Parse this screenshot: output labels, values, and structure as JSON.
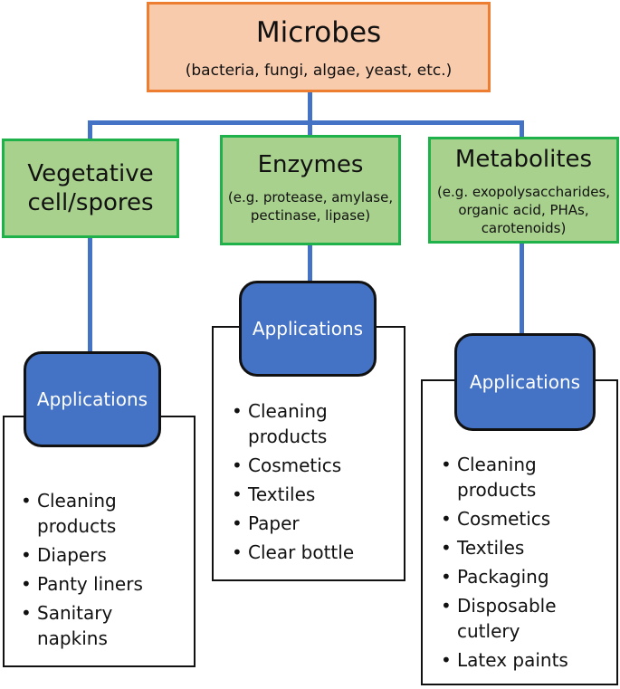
{
  "root": {
    "title": "Microbes",
    "subtitle": "(bacteria, fungi, algae, yeast, etc.)"
  },
  "categories": [
    {
      "title_lines": [
        "Vegetative",
        "cell/spores"
      ],
      "subtitle_lines": [],
      "applications_label": "Applications",
      "items": [
        [
          "Cleaning",
          "products"
        ],
        [
          "Diapers"
        ],
        [
          "Panty liners"
        ],
        [
          "Sanitary",
          "napkins"
        ]
      ]
    },
    {
      "title_lines": [
        "Enzymes"
      ],
      "subtitle_lines": [
        "(e.g. protease, amylase,",
        "pectinase, lipase)"
      ],
      "applications_label": "Applications",
      "items": [
        [
          "Cleaning",
          "products"
        ],
        [
          "Cosmetics"
        ],
        [
          "Textiles"
        ],
        [
          "Paper"
        ],
        [
          "Clear bottle"
        ]
      ]
    },
    {
      "title_lines": [
        "Metabolites"
      ],
      "subtitle_lines": [
        "(e.g. exopolysaccharides,",
        "organic acid, PHAs,",
        "carotenoids)"
      ],
      "applications_label": "Applications",
      "items": [
        [
          "Cleaning",
          "products"
        ],
        [
          "Cosmetics"
        ],
        [
          "Textiles"
        ],
        [
          "Packaging"
        ],
        [
          "Disposable",
          "cutlery"
        ],
        [
          "Latex paints"
        ]
      ]
    }
  ],
  "colors": {
    "root_fill": "#f8cbad",
    "root_border": "#ed7d31",
    "category_fill": "#a9d18e",
    "category_border": "#1fb24a",
    "application_fill": "#4472c4",
    "connector": "#4472c4"
  }
}
